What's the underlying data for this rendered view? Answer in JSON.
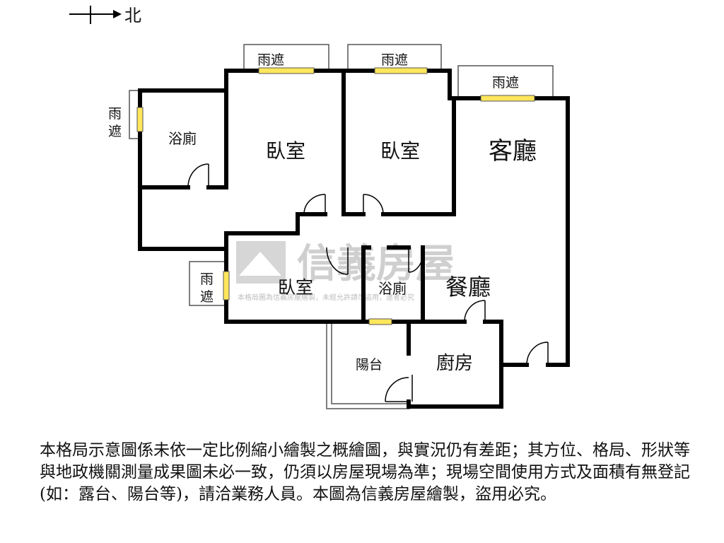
{
  "compass": {
    "direction_label": "北"
  },
  "rooms": {
    "bathroom_west": "浴廁",
    "bedroom_1": "臥室",
    "bedroom_2": "臥室",
    "living_room": "客廳",
    "bedroom_3": "臥室",
    "bathroom_middle": "浴廁",
    "dining_room": "餐廳",
    "balcony": "陽台",
    "kitchen": "廚房"
  },
  "canopies": {
    "canopy_1": "雨遮",
    "canopy_2": "雨遮",
    "canopy_3": "雨遮",
    "canopy_4_top": "雨",
    "canopy_4_bottom": "遮",
    "canopy_5_top": "雨",
    "canopy_5_bottom": "遮"
  },
  "watermark": {
    "brand": "信義房屋",
    "notice": "本格局圖為信義房屋繪製，未經允許請勿盜用，違者必究"
  },
  "disclaimer": "本格局示意圖係未依一定比例縮小繪製之概繪圖，與實況仍有差距；其方位、格局、形狀等與地政機關測量成果圖未必一致，仍須以房屋現場為準；現場空間使用方式及面積有無登記(如：露台、陽台等)，請洽業務人員。本圖為信義房屋繪製，盜用必究。",
  "colors": {
    "wall": "#000000",
    "window": "#ffe65c",
    "watermark": "#cfcfcf"
  }
}
